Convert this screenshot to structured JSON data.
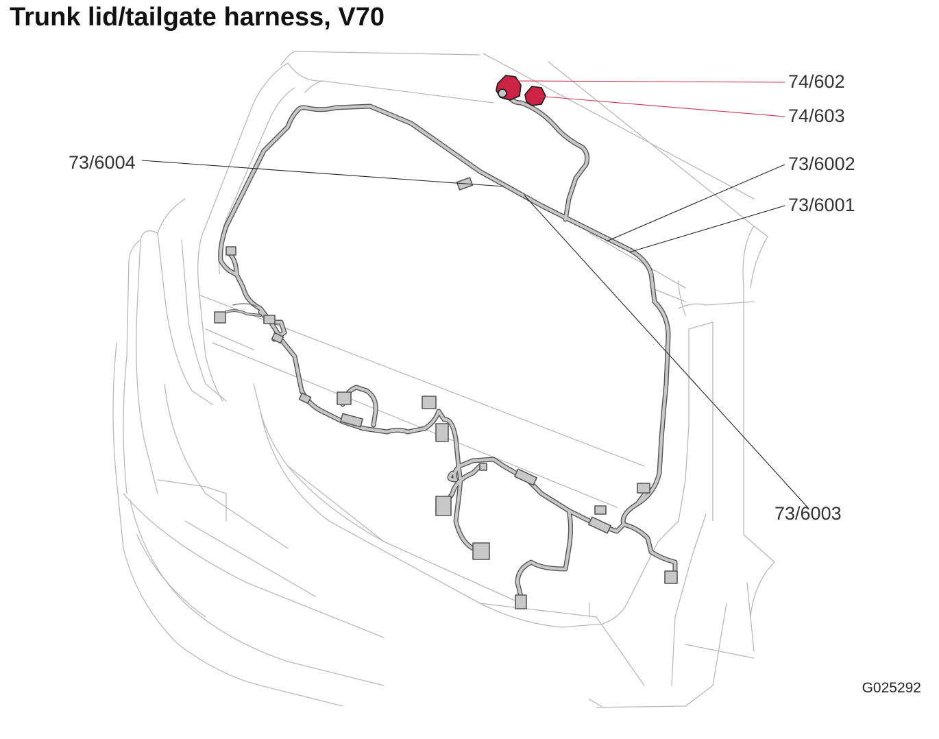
{
  "title": "Trunk lid/tailgate harness, V70",
  "figure_id": "G025292",
  "labels": [
    {
      "id": "l1",
      "text": "74/602"
    },
    {
      "id": "l2",
      "text": "74/603"
    },
    {
      "id": "l3",
      "text": "73/6004"
    },
    {
      "id": "l4",
      "text": "73/6002"
    },
    {
      "id": "l5",
      "text": "73/6001"
    },
    {
      "id": "l6",
      "text": "73/6003"
    }
  ],
  "colors": {
    "connector_highlight": "#cc2244",
    "harness_fill": "#c8c8c8",
    "harness_outline": "#555555",
    "body_line": "#b8b8b8",
    "leader_line": "#222222",
    "leader_line_red": "#cc3355"
  },
  "icons": [
    "connector-icon",
    "harness-icon"
  ]
}
